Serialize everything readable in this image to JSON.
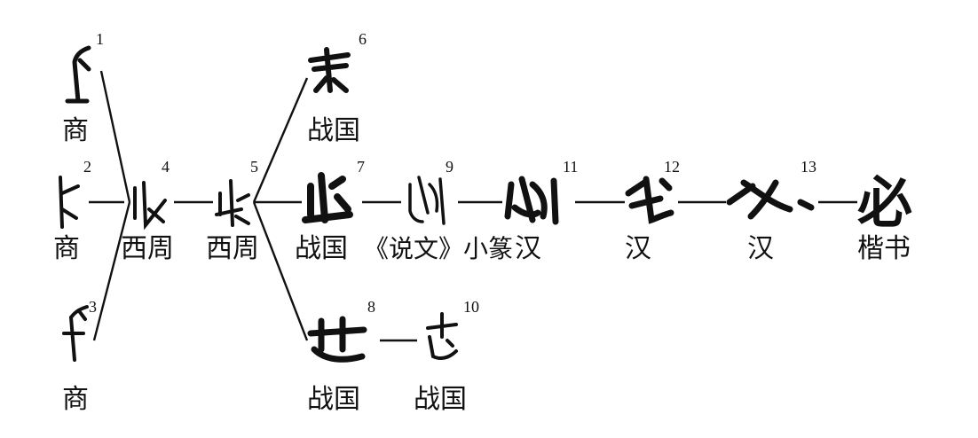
{
  "nodes": [
    {
      "id": "1",
      "glyph": "",
      "era": "商"
    },
    {
      "id": "2",
      "glyph": "",
      "era": "商"
    },
    {
      "id": "3",
      "glyph": "",
      "era": "商"
    },
    {
      "id": "4",
      "glyph": "",
      "era": "西周"
    },
    {
      "id": "5",
      "glyph": "",
      "era": "西周"
    },
    {
      "id": "6",
      "glyph": "",
      "era": "战国"
    },
    {
      "id": "7",
      "glyph": "",
      "era": "战国"
    },
    {
      "id": "8",
      "glyph": "",
      "era": "战国"
    },
    {
      "id": "9",
      "glyph": "",
      "era": "《说文》小篆"
    },
    {
      "id": "10",
      "glyph": "",
      "era": "战国"
    },
    {
      "id": "11",
      "glyph": "",
      "era": "汉"
    },
    {
      "id": "12",
      "glyph": "",
      "era": "汉"
    },
    {
      "id": "13",
      "glyph": "",
      "era": "汉"
    },
    {
      "id": "14",
      "glyph": "必",
      "era": "楷书"
    }
  ]
}
